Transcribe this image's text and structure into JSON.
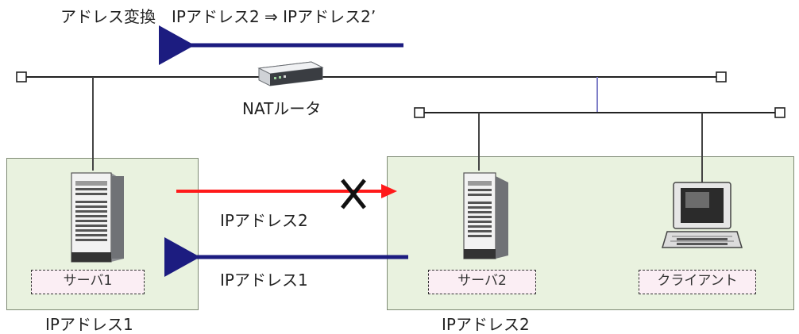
{
  "diagram": {
    "translation_caption": "アドレス変換　IPアドレス2 ⇒ IPアドレス2’",
    "router_label": "NATルータ",
    "arrow_red_label": "IPアドレス2",
    "arrow_blue_label": "IPアドレス1",
    "left_network": {
      "server_label": "サーバ1",
      "address_label": "IPアドレス1"
    },
    "right_network": {
      "server_label": "サーバ2",
      "client_label": "クライアント",
      "address_label": "IPアドレス2"
    },
    "colors": {
      "blue_arrow": "#1c1c80",
      "red_arrow": "#ff1a1a",
      "panel_fill": "#e9f2df",
      "tag_fill": "#fbeef4",
      "link_line": "#7f7fc8"
    },
    "icons": [
      "router-icon",
      "server-icon",
      "client-pc-icon",
      "blocked-x-icon"
    ]
  }
}
